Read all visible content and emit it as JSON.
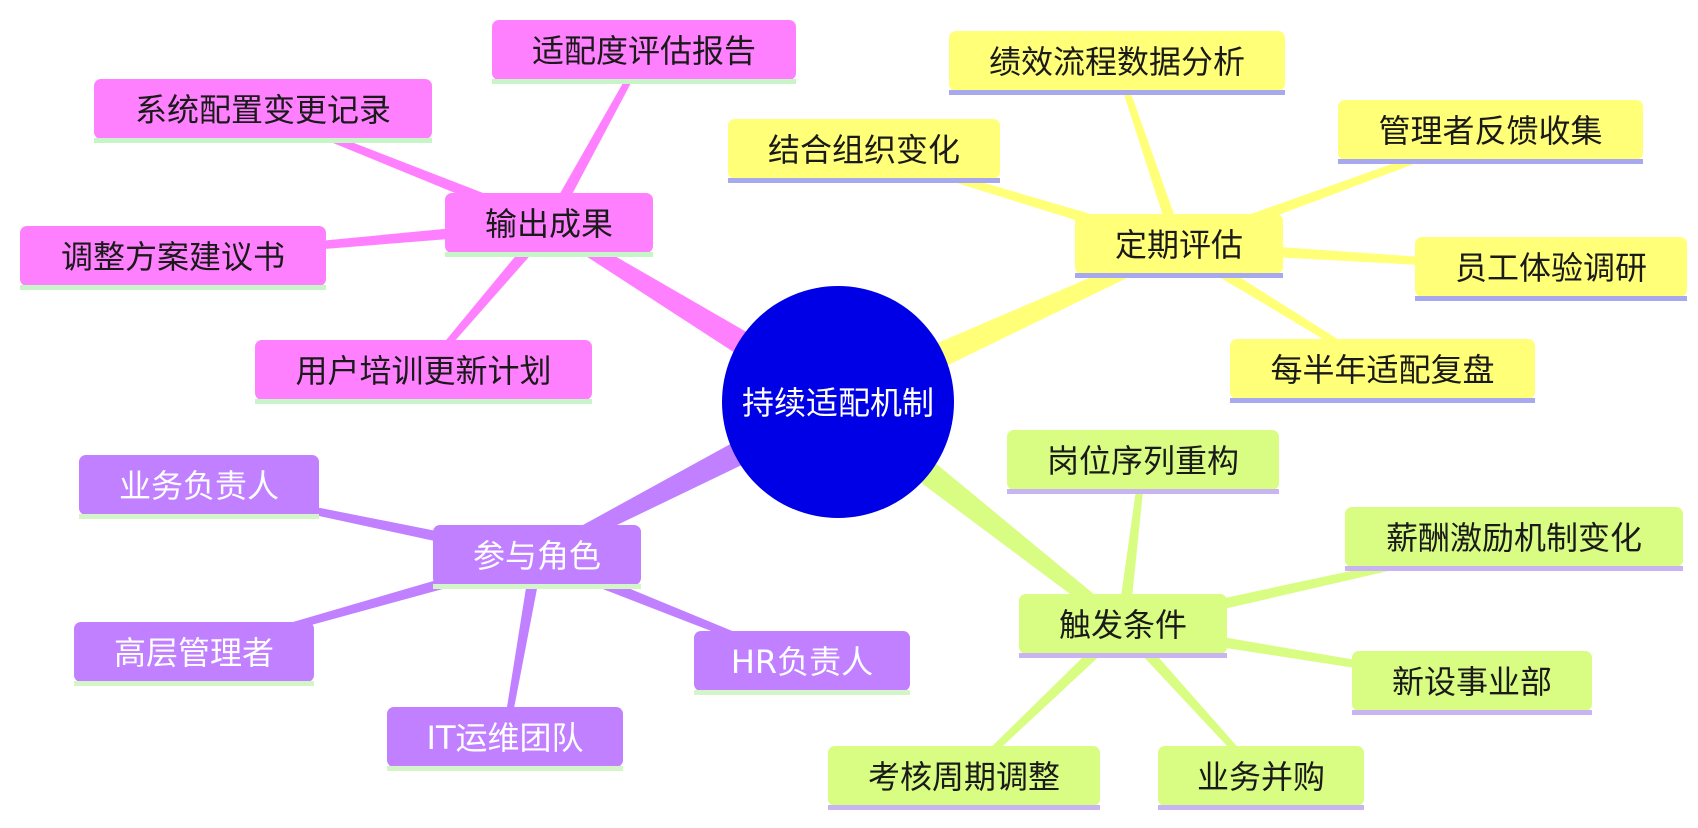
{
  "center": {
    "label": "持续适配机制",
    "color": "#0000e6",
    "text_color": "#ffffff"
  },
  "branches": [
    {
      "id": "output",
      "label": "输出成果",
      "color": "#ff80ff",
      "underline": "#c8f5c8",
      "text_color": "#1a1a1a",
      "children": [
        "适配度评估报告",
        "系统配置变更记录",
        "调整方案建议书",
        "用户培训更新计划"
      ]
    },
    {
      "id": "review",
      "label": "定期评估",
      "color": "#ffff78",
      "underline": "#a8a8ee",
      "text_color": "#1a1a1a",
      "children": [
        "绩效流程数据分析",
        "结合组织变化",
        "管理者反馈收集",
        "员工体验调研",
        "每半年适配复盘"
      ]
    },
    {
      "id": "roles",
      "label": "参与角色",
      "color": "#c080ff",
      "underline": "#d4f5c8",
      "text_color": "#ffffff",
      "children": [
        "业务负责人",
        "高层管理者",
        "IT运维团队",
        "HR负责人"
      ]
    },
    {
      "id": "triggers",
      "label": "触发条件",
      "color": "#d8fd82",
      "underline": "#c8b4f0",
      "text_color": "#1a1a1a",
      "children": [
        "岗位序列重构",
        "薪酬激励机制变化",
        "新设事业部",
        "业务并购",
        "考核周期调整"
      ]
    }
  ]
}
